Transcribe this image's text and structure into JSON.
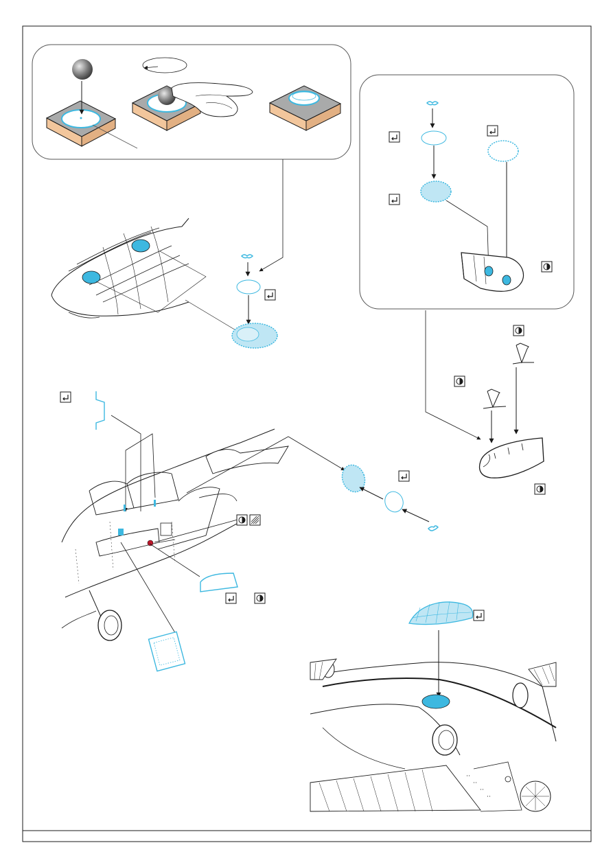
{
  "colors": {
    "photoetch_blue": "#3db8e0",
    "photoetch_fill": "#bfe6f4",
    "line": "#1a1a1a",
    "panel_grey": "#a9aaaa",
    "wood": "#f2c69c",
    "marker_red": "#c0152a"
  },
  "icons": {
    "bend": "bend-icon",
    "paint": "paint-icon",
    "hatch": "hatch-icon"
  },
  "steps": [
    {
      "id": "tool-press-1",
      "depicts": "sphere-over-disk"
    },
    {
      "id": "tool-press-2",
      "depicts": "finger-pressing-sphere"
    },
    {
      "id": "tool-press-3",
      "depicts": "domed-disk"
    }
  ]
}
